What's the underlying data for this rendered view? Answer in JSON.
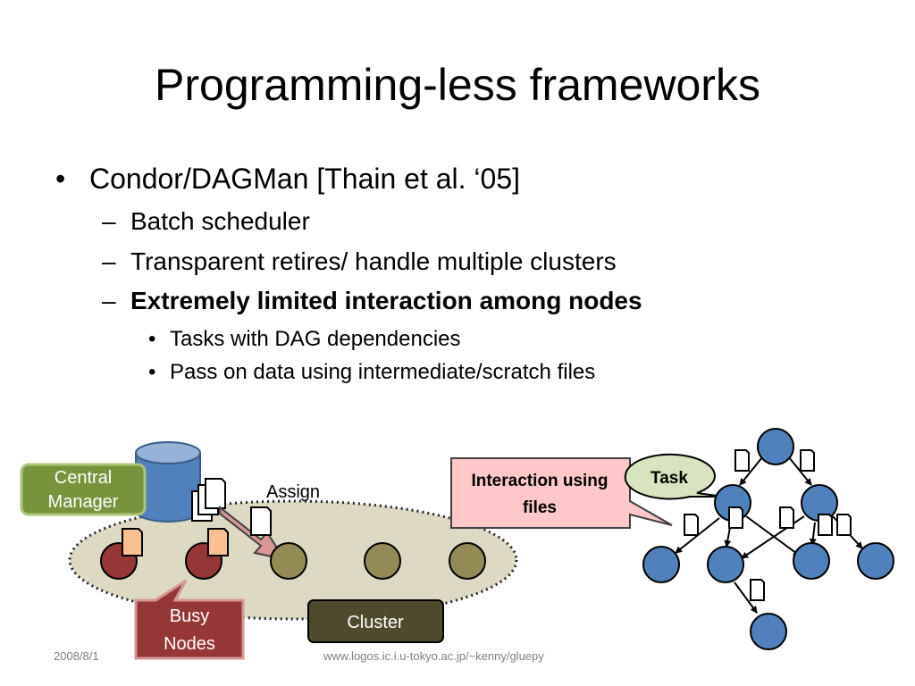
{
  "slide": {
    "title": "Programming-less frameworks",
    "bullet_l1": "Condor/DAGMan [Thain et al. ‘05]",
    "bullet_l2": [
      "Batch scheduler",
      "Transparent retires/ handle multiple clusters",
      "Extremely limited interaction among nodes"
    ],
    "bullet_l3": [
      "Tasks with DAG dependencies",
      "Pass on data using intermediate/scratch files"
    ]
  },
  "diagram": {
    "central_manager": [
      "Central",
      "Manager"
    ],
    "assign": "Assign",
    "busy_nodes": [
      "Busy",
      "Nodes"
    ],
    "cluster": "Cluster",
    "interaction": [
      "Interaction using",
      "files"
    ],
    "task": "Task"
  },
  "footer": {
    "date": "2008/8/1",
    "url": "www.logos.ic.i.u-tokyo.ac.jp/~kenny/gluepy"
  },
  "colors": {
    "central_manager_fill": "#77933c",
    "busy_fill": "#953735",
    "cluster_fill": "#4f4a2b",
    "idle_node_fill": "#948a54",
    "ellipse_fill": "#ddd9c3",
    "dag_node_fill": "#4f81bd",
    "callout_fill": "#ffc7c7",
    "task_fill": "#d7e4bd",
    "file_orange": "#fac090",
    "arrow_fill": "#d99694"
  }
}
